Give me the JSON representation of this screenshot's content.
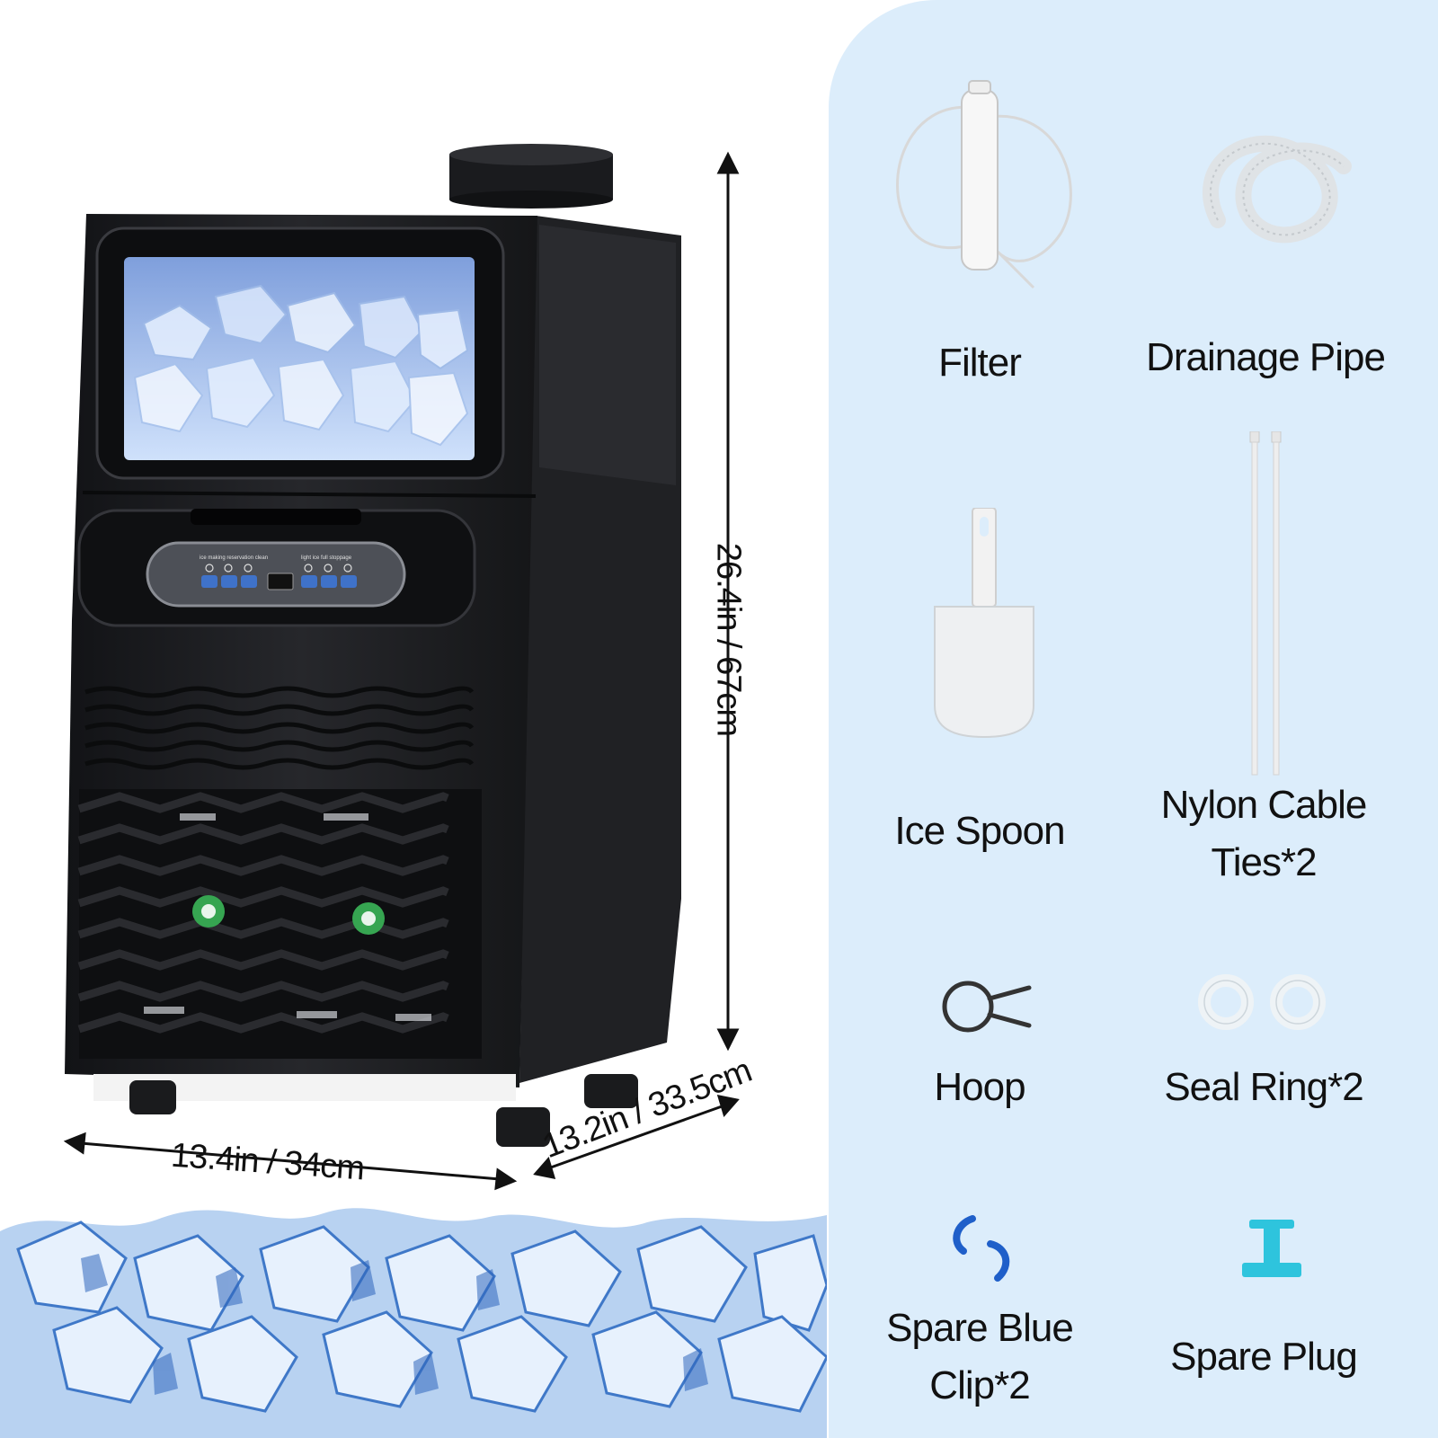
{
  "dimensions": {
    "height": "26.4in / 67cm",
    "width": "13.4in / 34cm",
    "depth": "13.2in / 33.5cm"
  },
  "colors": {
    "panel_bg": "#dcedfb",
    "machine_body": "#1c1d20",
    "accent_blue": "#1f5fc9",
    "plug_blue": "#2ec4dd"
  },
  "accessories": [
    {
      "label": "Filter",
      "icon": "filter-icon"
    },
    {
      "label": "Drainage Pipe",
      "icon": "drainage-pipe-icon"
    },
    {
      "label": "Ice Spoon",
      "icon": "ice-spoon-icon"
    },
    {
      "label": "Nylon Cable Ties*2",
      "line1": "Nylon Cable",
      "line2": "Ties*2",
      "icon": "cable-ties-icon"
    },
    {
      "label": "Hoop",
      "icon": "hoop-icon"
    },
    {
      "label": "Seal Ring*2",
      "icon": "seal-ring-icon"
    },
    {
      "label": "Spare Blue Clip*2",
      "line1": "Spare Blue",
      "line2": "Clip*2",
      "icon": "blue-clip-icon"
    },
    {
      "label": "Spare Plug",
      "icon": "spare-plug-icon"
    }
  ]
}
